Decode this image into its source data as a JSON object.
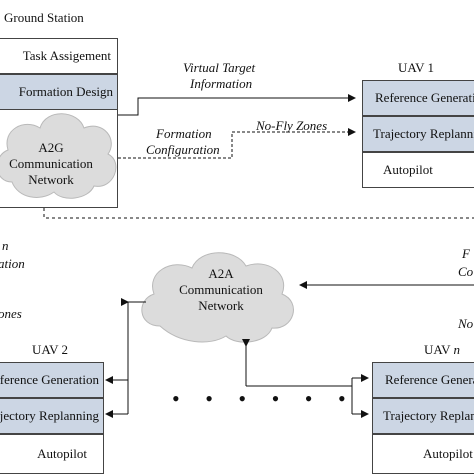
{
  "ground": {
    "title": "Ground Station",
    "task": "Task Assigement",
    "formation": "Formation Design",
    "cloud": [
      "A2G",
      "Communication",
      "Network"
    ]
  },
  "uav1": {
    "title": "UAV 1",
    "ref": "Reference Generation",
    "traj": "Trajectory Replanning",
    "auto": "Autopilot"
  },
  "uav2": {
    "title": "UAV 2",
    "ref": "Reference Generation",
    "traj": "Trajectory Replanning",
    "auto": "Autopilot"
  },
  "uavn": {
    "title_prefix": "UAV",
    "title_n": "n",
    "ref": "Reference Generation",
    "traj": "Trajectory Replanning",
    "auto": "Autopilot"
  },
  "a2a": [
    "A2A",
    "Communication",
    "Network"
  ],
  "labels": {
    "virtual_target_1": "Virtual Target",
    "virtual_target_2": "Information",
    "no_fly_top": "No-Fly Zones",
    "formation_conf_1": "Formation",
    "formation_conf_2": "Configuration",
    "left_frag_1": "n",
    "left_frag_2": "ation",
    "left_frag_3": "ones",
    "right_frag_1": "F",
    "right_frag_2": "Co",
    "right_frag_3": "No"
  },
  "ellipsis": "• • • • • •"
}
